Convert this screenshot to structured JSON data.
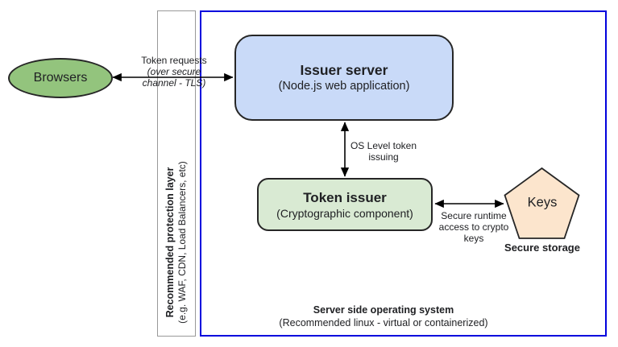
{
  "diagram": {
    "nodes": {
      "browsers": {
        "label": "Browsers"
      },
      "issuer_server": {
        "title": "Issuer server",
        "subtitle": "(Node.js web application)"
      },
      "token_issuer": {
        "title": "Token issuer",
        "subtitle": "(Cryptographic component)"
      },
      "keys": {
        "label": "Keys",
        "caption": "Secure storage"
      }
    },
    "containers": {
      "protection_layer": {
        "title": "Recommended protection layer",
        "subtitle": "(e.g. WAF, CDN, Load Balancers, etc)"
      },
      "server_os": {
        "title": "Server side operating system",
        "subtitle": "(Recommended linux - virtual or containerized)"
      }
    },
    "edges": {
      "token_requests": {
        "line1": "Token requests",
        "line2": "(over secure",
        "line3": "channel - TLS)"
      },
      "os_token_issuing": {
        "line1": "OS Level token",
        "line2": "issuing"
      },
      "secure_runtime": {
        "line1": "Secure runtime",
        "line2": "access to crypto",
        "line3": "keys"
      }
    },
    "colors": {
      "browsers_fill": "#93c47d",
      "issuer_fill": "#c9daf8",
      "token_fill": "#d9ead3",
      "keys_fill": "#fce5cd",
      "os_border": "#0101dd",
      "protection_border": "#999999",
      "shape_border": "#262626",
      "text": "#202124"
    }
  }
}
